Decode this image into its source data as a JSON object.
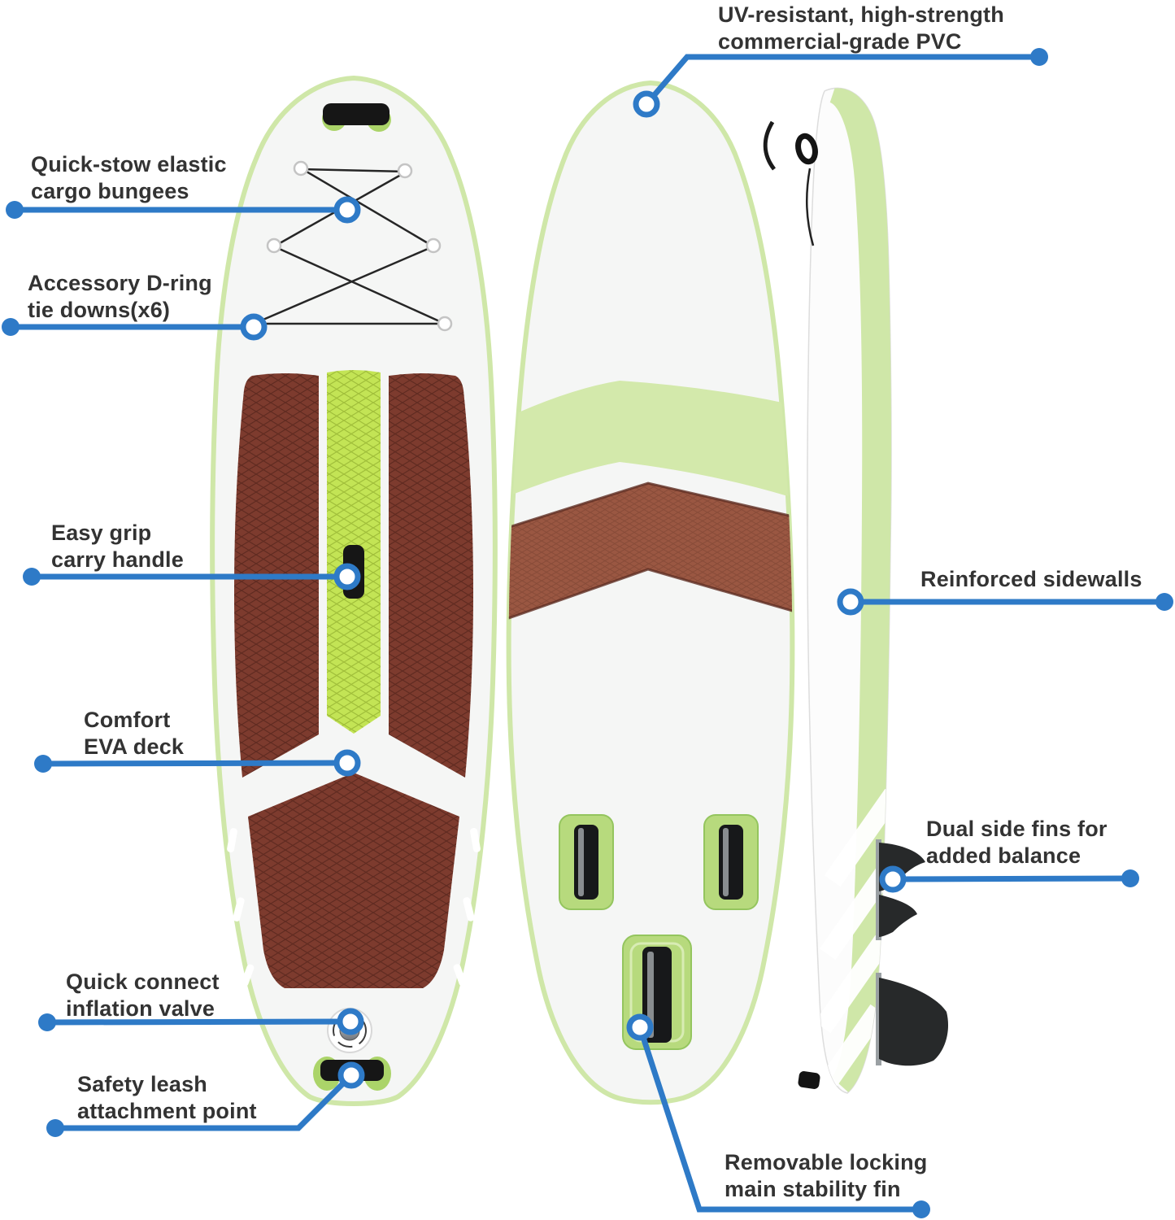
{
  "labels": {
    "uv_pvc": "UV-resistant, high-strength\ncommercial-grade PVC",
    "bungees": "Quick-stow elastic\ncargo bungees",
    "d_rings": "Accessory D-ring\ntie downs(x6)",
    "carry_handle": "Easy grip\ncarry handle",
    "eva_deck": "Comfort\nEVA deck",
    "sidewalls": "Reinforced sidewalls",
    "dual_fins": "Dual side fins for\nadded balance",
    "inflation_valve": "Quick connect\ninflation valve",
    "safety_leash": "Safety leash\nattachment point",
    "main_fin": "Removable locking\nmain stability fin"
  },
  "colors": {
    "accent_blue": "#2e7ac7",
    "label_text": "#333333",
    "deck_brown": "#7d3b2e",
    "chevron_brown": "#9a5742",
    "stripe_green": "#c3e455",
    "rail_green": "#cfe7a8",
    "band_green": "#d3e9ab",
    "fin_box_green": "#b7da7d",
    "mount_green": "#abd469",
    "hardware_black": "#161616",
    "hull_white": "#f5f6f5"
  }
}
